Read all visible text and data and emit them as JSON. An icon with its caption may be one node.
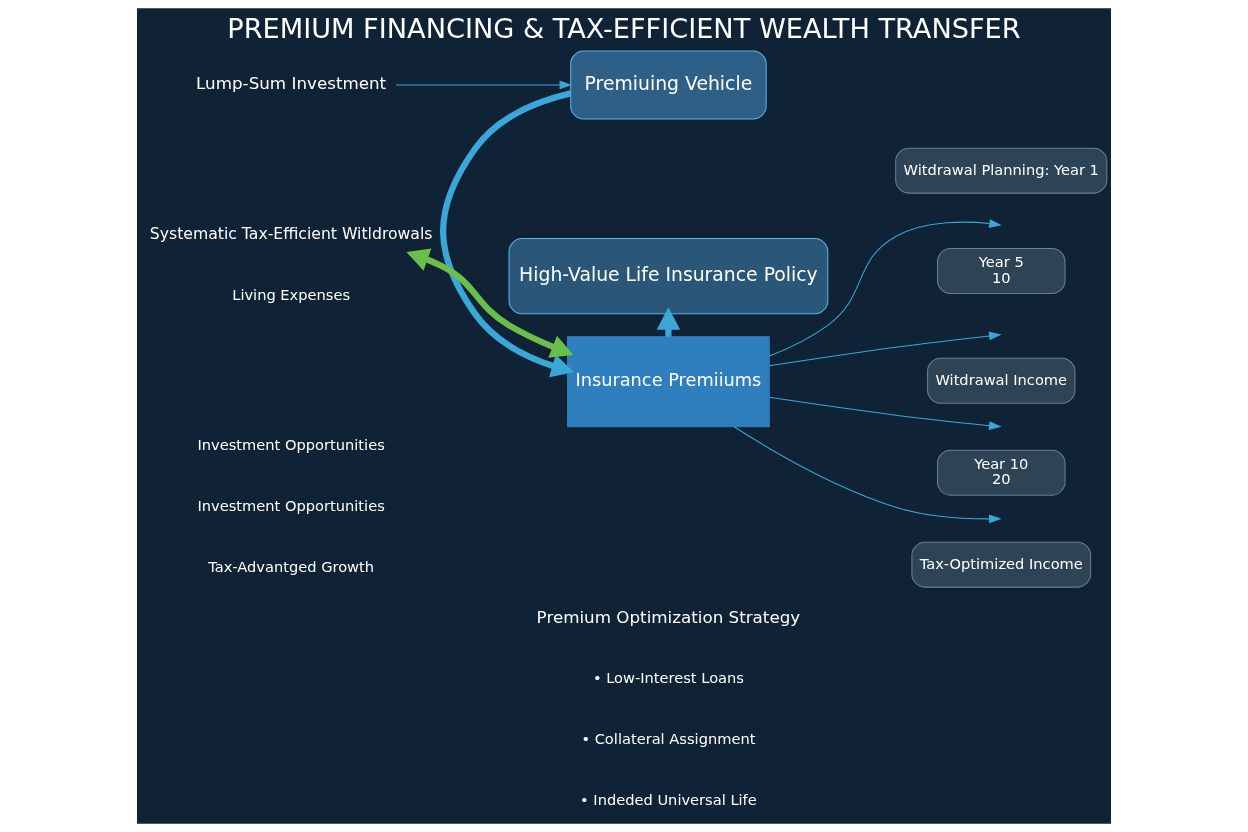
{
  "diagram": {
    "title": "PREMIUM FINANCING & TAX-EFFICIENT WEALTH TRANSFER",
    "nodes": [
      {
        "text": [
          "Lump-Sum Investment"
        ]
      },
      {
        "text": [
          "Premiuing Vehicle"
        ]
      },
      {
        "text": [
          "Insurance Premiiums"
        ]
      },
      {
        "text": [
          "High-Value Life Insurance Policy"
        ]
      },
      {
        "text": [
          "Systematic Tax-Efficient Witldrowals"
        ]
      },
      {
        "text": [
          "Witdrawal Planning: Year 1"
        ]
      },
      {
        "text": [
          "Year 5",
          "10"
        ]
      },
      {
        "text": [
          "Witdrawal Income"
        ]
      },
      {
        "text": [
          "Year 10",
          "20"
        ]
      },
      {
        "text": [
          "Tax-Optimized Income"
        ]
      }
    ],
    "edges": [
      {
        "from": 0,
        "to": 1,
        "arrow": "to"
      },
      {
        "from": 1,
        "to": 2,
        "arrow": "to",
        "style": "thick"
      },
      {
        "from": 2,
        "to": 3,
        "arrow": "to",
        "style": "thick"
      },
      {
        "from": 4,
        "to": 2,
        "arrow": "both",
        "style": "thick",
        "color": "#6abf4b"
      },
      {
        "from": 2,
        "to": null,
        "arrow": "to"
      },
      {
        "from": 2,
        "to": null,
        "arrow": "to"
      },
      {
        "from": 2,
        "to": null,
        "arrow": "to"
      },
      {
        "from": 2,
        "to": null,
        "arrow": "to"
      }
    ],
    "labels": [
      "Living Expenses",
      "Investment Opportunities",
      "Investment Opportunities",
      "Tax-Advantged Growth",
      "Premium Optimization Strategy",
      "• Low-Interest Loans",
      "• Collateral Assignment",
      "• Indeded Universal Life"
    ]
  }
}
